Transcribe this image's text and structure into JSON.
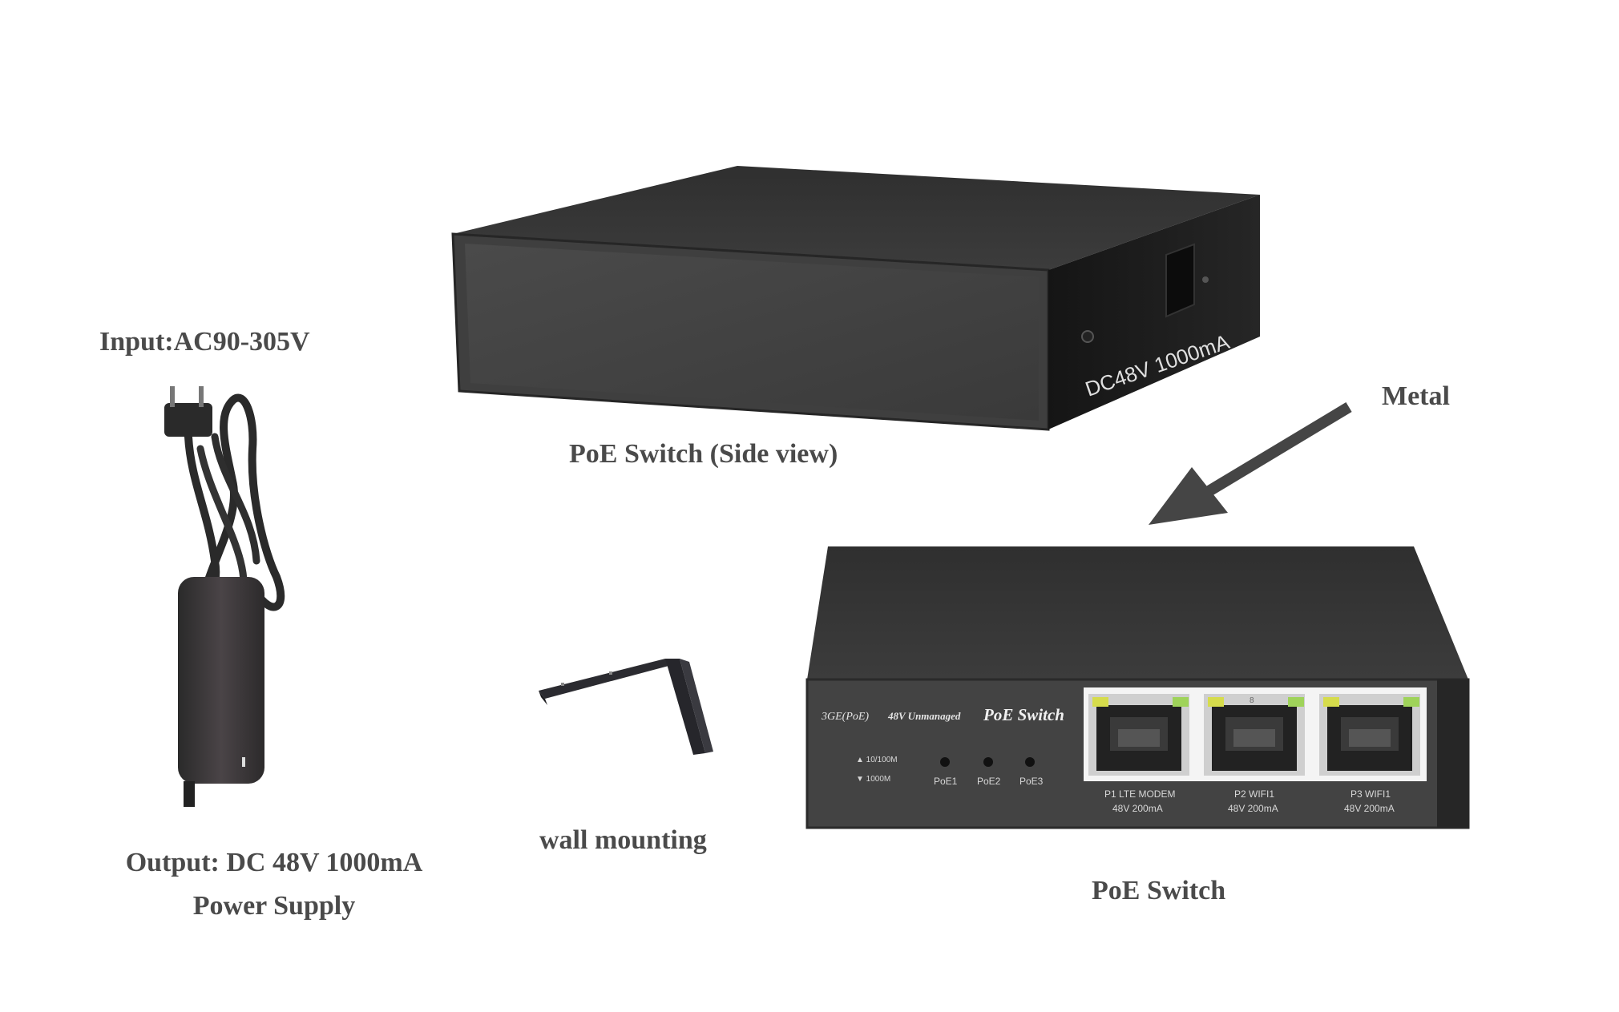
{
  "captions": {
    "side_view": "PoE Switch (Side view)",
    "metal": "Metal",
    "input": "Input:AC90-305V",
    "output_line1": "Output: DC 48V 1000mA",
    "output_line2": "Power Supply",
    "wall_mounting": "wall mounting",
    "poe_switch": "PoE Switch"
  },
  "side_panel": {
    "rating": "DC48V 1000mA"
  },
  "front_panel": {
    "brand": "3GE(PoE)",
    "subtitle": "48V Unmanaged",
    "model": "PoE Switch",
    "speed_up": "▲ 10/100M",
    "speed_down": "▼ 1000M",
    "leds": [
      "PoE1",
      "PoE2",
      "PoE3"
    ],
    "ports": [
      {
        "name": "P1 LTE MODEM",
        "power": "48V 200mA"
      },
      {
        "name": "P2 WIFI1",
        "power": "48V 200mA"
      },
      {
        "name": "P3 WIFI1",
        "power": "48V 200mA"
      }
    ],
    "port_numbers": [
      "8"
    ]
  },
  "colors": {
    "caption": "#4a4a4a",
    "metal_body": "#3a3a3a",
    "metal_top": "#2b2b2b",
    "led_yellow": "#d6dc4c",
    "led_green": "#9fd35a"
  }
}
